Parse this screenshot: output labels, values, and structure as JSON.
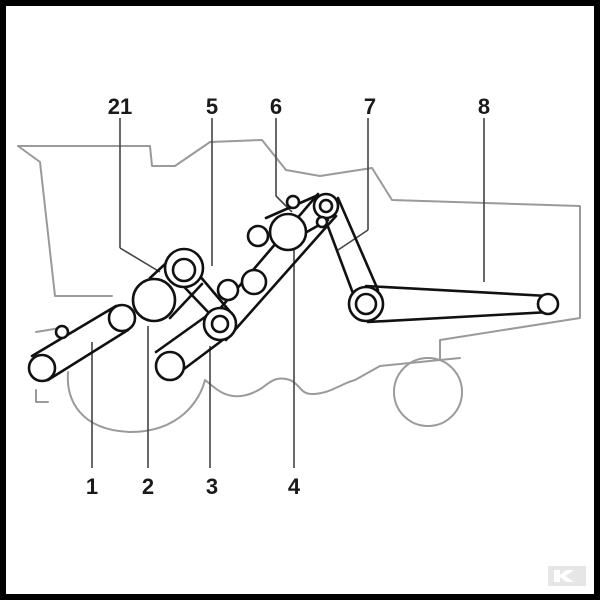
{
  "diagram": {
    "labels_top": [
      "21",
      "5",
      "6",
      "7",
      "8"
    ],
    "labels_bottom": [
      "1",
      "2",
      "3",
      "4"
    ]
  },
  "colors": {
    "belt": "#111111",
    "outline": "#9a9a9a",
    "border": "#000000",
    "watermark": "#e6e6e6"
  },
  "icons": {
    "watermark": "k-logo-icon"
  }
}
